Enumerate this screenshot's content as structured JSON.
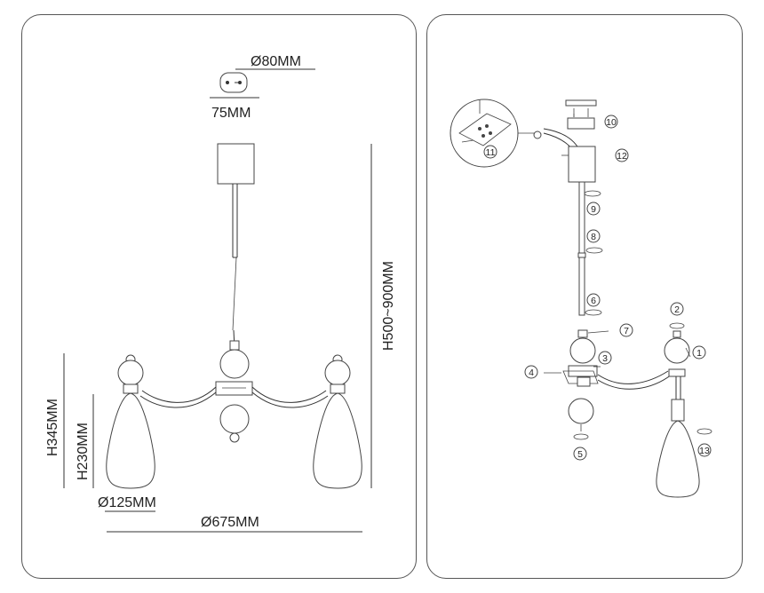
{
  "dimensions": {
    "canopy_diameter": "Ø80MM",
    "canopy_height": "75MM",
    "total_height": "H500~900MM",
    "height_max": "H345MM",
    "height_shade": "H230MM",
    "shade_diameter": "Ø125MM",
    "total_diameter": "Ø675MM"
  },
  "steps": [
    "1",
    "2",
    "3",
    "4",
    "5",
    "6",
    "7",
    "8",
    "9",
    "10",
    "11",
    "12",
    "13"
  ],
  "colors": {
    "line": "#333333",
    "background": "#ffffff"
  }
}
